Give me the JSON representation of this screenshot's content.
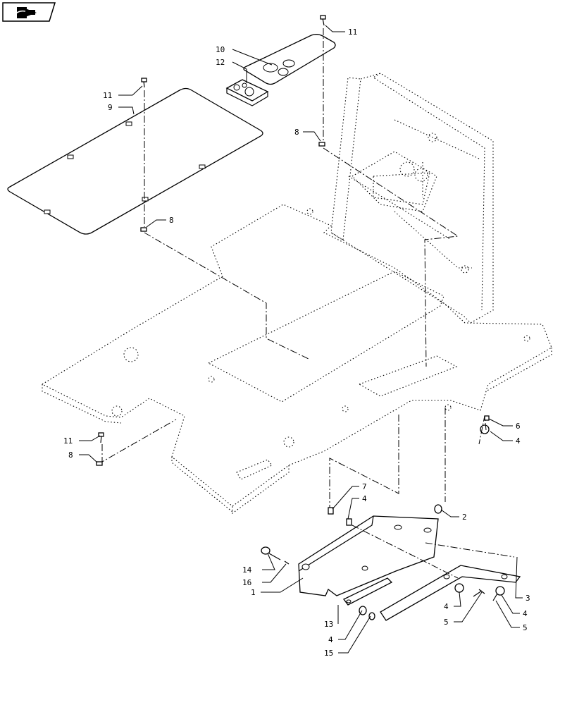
{
  "nav_icon": "back-arrow-icon",
  "callouts": {
    "c1": "1",
    "c2": "2",
    "c3": "3",
    "c4a": "4",
    "c4b": "4",
    "c4c": "4",
    "c4d": "4",
    "c4e": "4",
    "c5a": "5",
    "c5b": "5",
    "c6": "6",
    "c7": "7",
    "c8a": "8",
    "c8b": "8",
    "c8c": "8",
    "c9": "9",
    "c10": "10",
    "c11a": "11",
    "c11b": "11",
    "c11c": "11",
    "c12": "12",
    "c13": "13",
    "c14": "14",
    "c15": "15",
    "c16": "16"
  }
}
